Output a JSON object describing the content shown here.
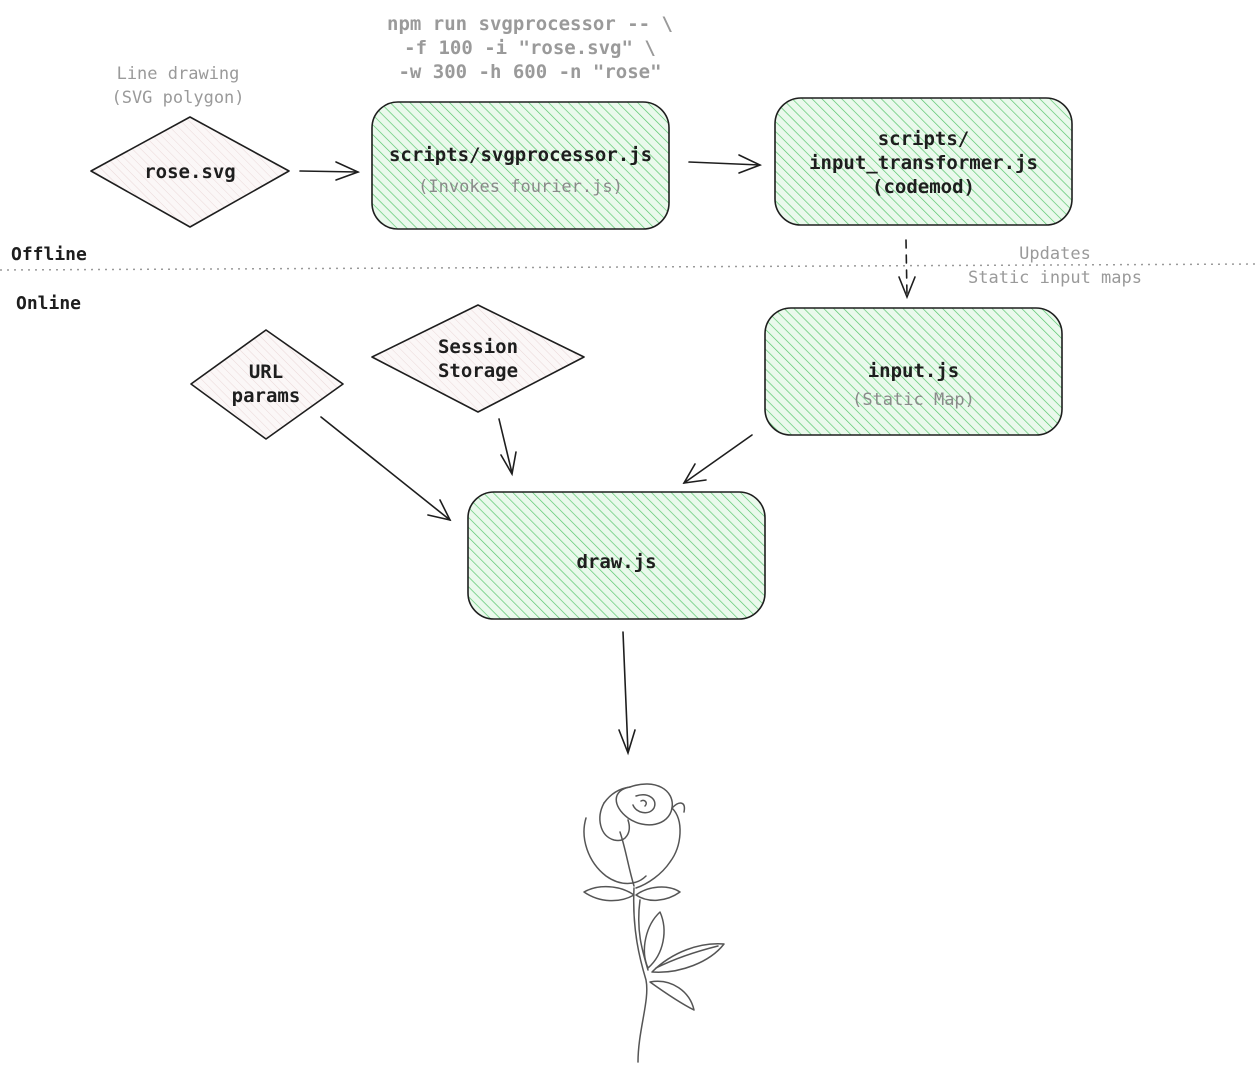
{
  "command": {
    "text": "npm run svgprocessor -- \\\n-f 100 -i \"rose.svg\" \\\n-w 300 -h 600 -n \"rose\""
  },
  "line_drawing_note": "Line drawing\n(SVG polygon)",
  "updates_note": "Updates\nStatic input maps",
  "sections": {
    "offline": "Offline",
    "online": "Online"
  },
  "nodes": {
    "rose_svg": {
      "label": "rose.svg"
    },
    "svgprocessor": {
      "label": "scripts/svgprocessor.js",
      "sub": "(Invokes fourier.js)"
    },
    "input_transformer": {
      "label": "scripts/\ninput_transformer.js\n(codemod)"
    },
    "input_js": {
      "label": "input.js",
      "sub": "(Static Map)"
    },
    "url_params": {
      "label": "URL\nparams"
    },
    "session_storage": {
      "label": "Session\nStorage"
    },
    "draw_js": {
      "label": "draw.js"
    }
  },
  "colors": {
    "box_fill": "#b2f2bb",
    "box_hatch": "#40c057",
    "diamond_fill": "#f5ecec",
    "stroke": "#1e1e1e",
    "muted_text": "#9a9a9a"
  }
}
